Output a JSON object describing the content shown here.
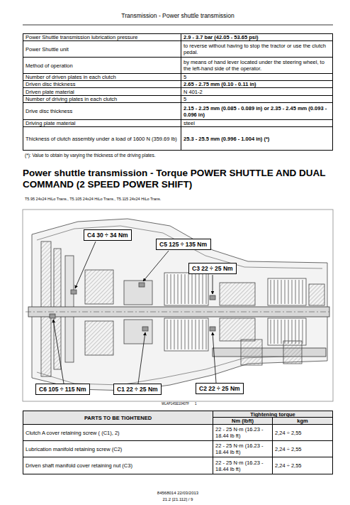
{
  "diagram": {
    "title": "Power shuttle transmission - Torque POWER SHUTTLE AND DUAL COMMAND (2 SPEED POWER SHIFT)",
    "nodes": [
      {
        "text": [
          "C4 30 ÷ 34 Nm"
        ]
      },
      {
        "text": [
          "C5 125 ÷ 135 Nm"
        ]
      },
      {
        "text": [
          "C3 22 ÷ 25 Nm"
        ]
      },
      {
        "text": [
          "C6 105 ÷ 115 Nm"
        ]
      },
      {
        "text": [
          "C1 22 ÷ 25 Nm"
        ]
      },
      {
        "text": [
          "C2 22 ÷ 25 Nm"
        ]
      }
    ],
    "labels": [
      "Transmission - Power shuttle transmission",
      "Power Shuttle transmission lubrication pressure",
      "2.9 - 3.7 bar (42.05 - 53.65 psi)",
      "Power Shuttle unit",
      "to reverse without having to stop the tractor or use the clutch pedal.",
      "Method of operation",
      "by means of hand lever located under the steering wheel, to the left-hand side of the operator.",
      "Number of driven plates in each clutch",
      "5",
      "Driven disc thickness",
      "2.65 - 2.75 mm (0.10 - 0.11 in)",
      "Driven plate material",
      "N 401-2",
      "Number of driving plates in each clutch",
      "5",
      "Drive disc thickness",
      "2.15 - 2.25 mm (0.085 - 0.089 in) or 2.35 - 2.45 mm (0.093 - 0.096 in)",
      "Driving plate material",
      "steel",
      "Thickness of clutch assembly under a load of 1600 N (359.69 lb)",
      "25.3 - 25.5 mm (0.996 - 1.004 in) (*)",
      "(*): Value to obtain by varying the thickness of the driving plates.",
      "T5.95 24x24 HiLo Trans., T5.105 24x24 HiLo Trans., T5.115 24x24 HiLo Trans.",
      "WLAP14SE10407F",
      "1",
      "PARTS TO BE TIGHTENED",
      "Tightening torque",
      "Nm (lbft)",
      "kgm",
      "Clutch A cover retaining screw ( (C1), 2)",
      "22 - 25 N·m (16.23 - 18.44 lb ft)",
      "2,24 ÷ 2,55",
      "Lubrication manifold retaining screw (C2)",
      "22 - 25 N·m (16.23 - 18.44 lb ft)",
      "2,24 ÷ 2,55",
      "Driven shaft manifold cover retaining nut (C3)",
      "22 - 25 N·m (16.23 - 18.44 lb ft)",
      "2,24 ÷ 2,55",
      "84568014 22/03/2013",
      "21.2 [21.112] / 9"
    ]
  }
}
